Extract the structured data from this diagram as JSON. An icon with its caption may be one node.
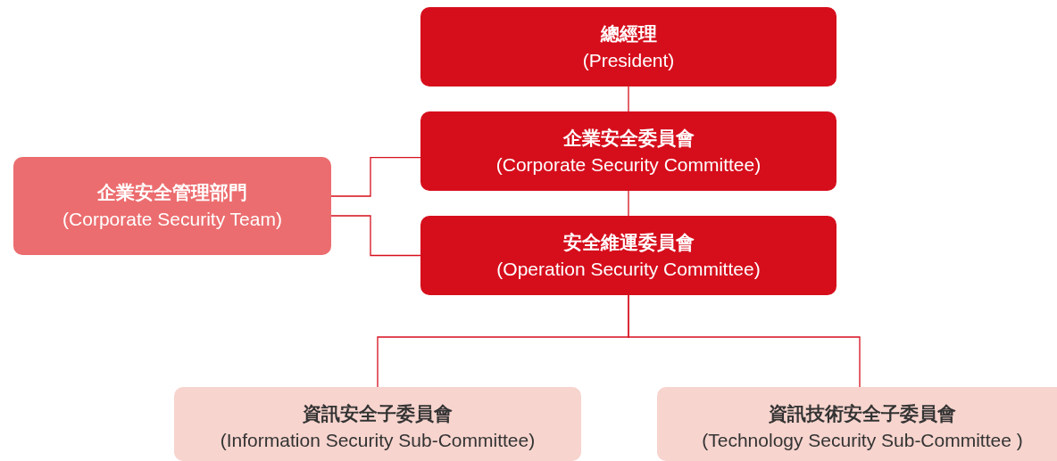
{
  "diagram": {
    "nodes": [
      {
        "text": [
          "總經理",
          "(President)"
        ]
      },
      {
        "text": [
          "企業安全委員會",
          "(Corporate Security Committee)"
        ]
      },
      {
        "text": [
          "企業安全管理部門",
          "(Corporate Security Team)"
        ]
      },
      {
        "text": [
          "安全維運委員會",
          "(Operation Security Committee)"
        ]
      },
      {
        "text": [
          "資訊安全子委員會",
          "(Information Security Sub-Committee)"
        ]
      },
      {
        "text": [
          "資訊技術安全子委員會",
          "(Technology Security Sub-Committee )"
        ]
      }
    ],
    "edges": [
      {
        "from": 0,
        "to": 1,
        "arrow": "none"
      },
      {
        "from": 1,
        "to": 3,
        "arrow": "none"
      },
      {
        "from": 2,
        "to": 1,
        "arrow": "none"
      },
      {
        "from": 2,
        "to": 3,
        "arrow": "none"
      },
      {
        "from": 3,
        "to": 4,
        "arrow": "none"
      },
      {
        "from": 3,
        "to": 5,
        "arrow": "none"
      }
    ]
  }
}
